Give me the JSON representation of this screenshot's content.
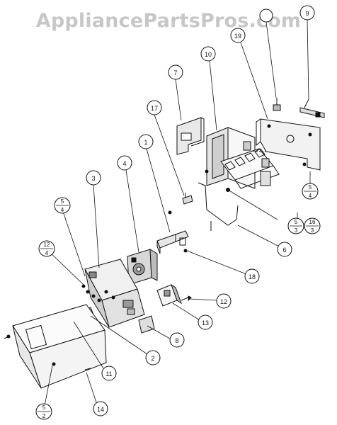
{
  "watermark": "AppliancePartsPros.com",
  "callouts": [
    {
      "id": "c-9",
      "label": "9"
    },
    {
      "id": "c-19",
      "label": "19"
    },
    {
      "id": "c-10",
      "label": "10"
    },
    {
      "id": "c-7",
      "label": "7"
    },
    {
      "id": "c-17",
      "label": "17"
    },
    {
      "id": "c-1",
      "label": "1"
    },
    {
      "id": "c-4",
      "label": "4"
    },
    {
      "id": "c-3",
      "label": "3"
    },
    {
      "id": "c-6",
      "label": "6"
    },
    {
      "id": "c-18",
      "label": "18"
    },
    {
      "id": "c-12",
      "label": "12"
    },
    {
      "id": "c-13",
      "label": "13"
    },
    {
      "id": "c-8",
      "label": "8"
    },
    {
      "id": "c-2",
      "label": "2"
    },
    {
      "id": "c-11",
      "label": "11"
    },
    {
      "id": "c-14",
      "label": "14"
    }
  ],
  "fraction_callouts": [
    {
      "id": "f-5-4-right",
      "top": "5",
      "bottom": "4"
    },
    {
      "id": "f-5-3",
      "top": "5",
      "bottom": "3"
    },
    {
      "id": "f-16-3",
      "top": "16",
      "bottom": "3"
    },
    {
      "id": "f-5-4-left",
      "top": "5",
      "bottom": "4"
    },
    {
      "id": "f-12-4",
      "top": "12",
      "bottom": "4"
    },
    {
      "id": "f-5-2",
      "top": "5",
      "bottom": "2"
    }
  ]
}
